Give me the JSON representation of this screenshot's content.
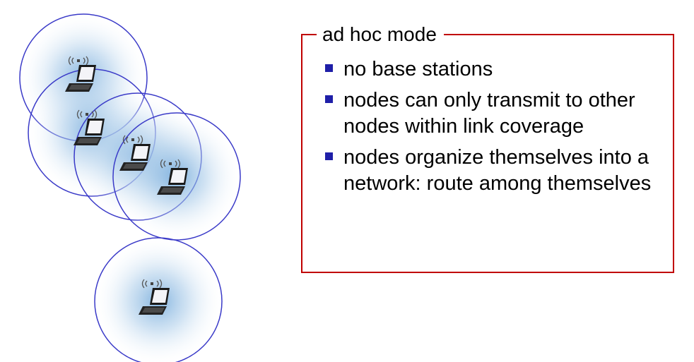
{
  "panel": {
    "title": "ad hoc mode",
    "border_color": "#c00000",
    "bullet_color": "#1f1fa8",
    "bullets": [
      {
        "text": "no base stations"
      },
      {
        "text": "nodes can only transmit to other nodes within link coverage"
      },
      {
        "text": "nodes organize themselves into a network: route among themselves"
      }
    ]
  },
  "diagram": {
    "node_icon": "laptop-wireless-icon",
    "range_icon": "coverage-circle",
    "circle_stroke": "#3a3ac8",
    "circle_fill_center": "#6fa8dc",
    "node_count": 5
  }
}
